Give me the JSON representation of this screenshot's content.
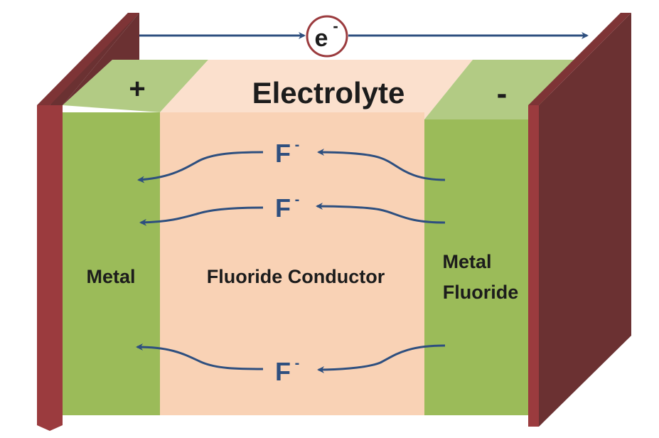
{
  "electron": {
    "symbol": "e",
    "charge": "-"
  },
  "electrolyte_label": "Electrolyte",
  "positive_terminal": "+",
  "negative_terminal": "-",
  "left_region_label": "Metal",
  "middle_region_label": "Fluoride Conductor",
  "right_region_label_line1": "Metal",
  "right_region_label_line2": "Fluoride",
  "ion": {
    "symbol": "F",
    "charge": "-"
  },
  "colors": {
    "electrode_front": "#9b3b3e",
    "electrode_side": "#6b3132",
    "metal_green": "#9bbb59",
    "metal_green_top": "#b2cb84",
    "electrolyte_peach": "#f9d2b5",
    "electrolyte_top": "#fbe0cd",
    "arrow_blue": "#2e4f7f",
    "label_text": "#1c1c1c"
  }
}
